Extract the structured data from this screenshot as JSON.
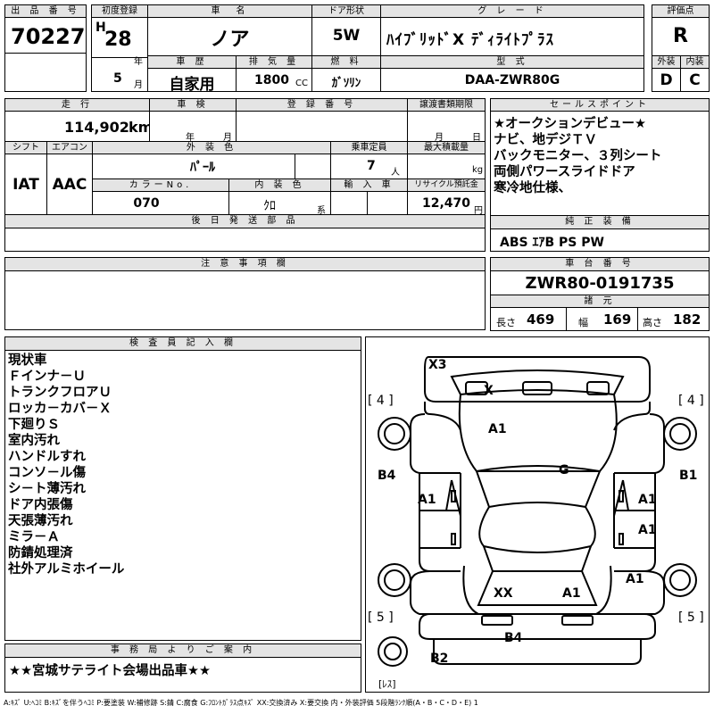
{
  "header": {
    "lot_label": "出 品 番 号",
    "lot_number": "70227",
    "first_reg_label": "初度登録",
    "first_reg_era": "H",
    "first_reg_year": "28",
    "year_unit": "年",
    "first_reg_month": "5",
    "month_unit": "月",
    "name_label": "車　名",
    "car_name": "ノア",
    "door_label": "ドア形状",
    "door_type": "5W",
    "grade_label": "グ レ ー ド",
    "grade": "ﾊｲﾌﾞﾘｯﾄﾞX ﾃﾞｨﾗｲﾄﾌﾟﾗｽ",
    "score_label": "評価点",
    "score": "R",
    "history_label": "車 歴",
    "history": "自家用",
    "displacement_label": "排 気 量",
    "displacement": "1800",
    "displacement_unit": "CC",
    "fuel_label": "燃 料",
    "fuel": "ｶﾞｿﾘﾝ",
    "model_label": "型 式",
    "model": "DAA-ZWR80G",
    "exterior_label": "外装",
    "exterior_grade": "D",
    "interior_label": "内装",
    "interior_grade": "C"
  },
  "row2": {
    "mileage_label": "走 行",
    "mileage": "114,902",
    "mileage_unit": "km",
    "inspection_label": "車 検",
    "inspection_year_unit": "年",
    "inspection_month_unit": "月",
    "plate_label": "登 録 番 号",
    "transfer_label": "譲渡書類期限",
    "transfer_month_unit": "月",
    "transfer_day_unit": "日",
    "shift_label": "シフト",
    "shift": "IAT",
    "ac_label": "エアコン",
    "ac": "AAC",
    "color_label": "外 装 色",
    "color": "ﾊﾟｰﾙ",
    "capacity_label": "乗車定員",
    "capacity": "7",
    "capacity_unit": "人",
    "load_label": "最大積載量",
    "load_unit": "kg",
    "color_no_label": "カラーNo.",
    "color_no": "070",
    "interior_color_label": "内 装 色",
    "interior_color": "ｸﾛ",
    "interior_color_unit": "系",
    "import_label": "輸 入 車",
    "recycle_label": "リサイクル預託金",
    "recycle": "12,470",
    "recycle_unit": "円",
    "later_parts_label": "後 日 発 送 部 品"
  },
  "sales_points": {
    "label": "セールスポイント",
    "items": [
      "★オークションデビュー★",
      "ナビ、地デジＴＶ",
      "バックモニター、３列シート",
      "両側パワースライドドア",
      "寒冷地仕様、"
    ]
  },
  "equipment": {
    "label": "純 正 装 備",
    "value": "ABS ｴｱB PS PW"
  },
  "notes": {
    "label": "注 意 事 項 欄"
  },
  "chassis": {
    "label": "車 台 番 号",
    "value": "ZWR80-0191735",
    "dims_label": "諸 元",
    "length_label": "長さ",
    "length": "469",
    "width_label": "幅",
    "width": "169",
    "height_label": "高さ",
    "height": "182"
  },
  "inspector": {
    "label": "検 査 員 記 入 欄",
    "lines": [
      "現状車",
      "Ｆインナ－Ｕ",
      "トランクフロアＵ",
      "ロッカ－カバ－Ｘ",
      "下廻りＳ",
      "室内汚れ",
      "ハンドルすれ",
      "コンソ－ル傷",
      "シ－ト薄汚れ",
      "ドア内張傷",
      "天張薄汚れ",
      "ミラ－Ａ",
      "防錆処理済",
      "社外アルミホイール"
    ]
  },
  "office": {
    "label": "事 務 局 よ り ご 案 内",
    "message": "★★宮城サテライト会場出品車★★"
  },
  "diagram": {
    "x3": "X3",
    "x": "X",
    "a1_hood": "A1",
    "g": "G",
    "b4_left": "B4",
    "b1_right": "B1",
    "a1_left_door": "A1",
    "a1_right_front_door": "A1",
    "a1_right_rear_door": "A1",
    "a1_right_rear": "A1",
    "xx": "XX",
    "a1_rear": "A1",
    "b4_rear": "B4",
    "b2": "B2",
    "tire_fl": "[ 4 ]",
    "tire_fr": "[ 4 ]",
    "tire_rl": "[ 5 ]",
    "tire_rr": "[ 5 ]",
    "spare": "[ﾚｽ]"
  },
  "legend": "A:ｷｽﾞ U:ﾍｺﾐ B:ｷｽﾞを伴うﾍｺﾐ P:要塗装 W:補修跡 S:錆 C:腐食 G:ﾌﾛﾝﾄｶﾞﾗｽ点ｷｽﾞ XX:交換済み X:要交換 内・外装評価 5段階ﾗﾝｸ順(A・B・C・D・E) 1"
}
